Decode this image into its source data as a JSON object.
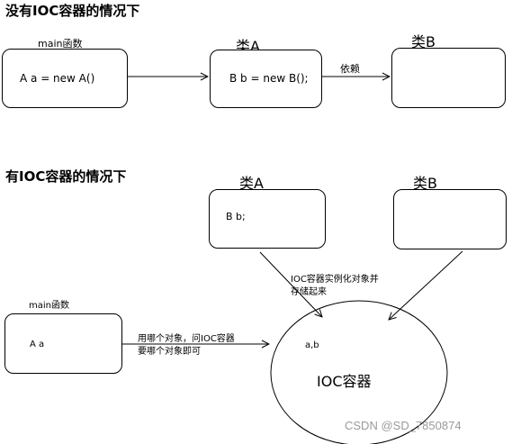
{
  "without_ioc": {
    "title": "没有IOC容器的情况下",
    "main_label": "main函数",
    "main_code": "A  a = new A()",
    "class_a_title": "类A",
    "class_a_code": "B b = new B();",
    "dependency_label": "依赖",
    "class_b_title": "类B"
  },
  "with_ioc": {
    "title": "有IOC容器的情况下",
    "class_a_title": "类A",
    "class_a_code": "B  b;",
    "class_b_title": "类B",
    "instantiate_label_line1": "IOC容器实例化对象并",
    "instantiate_label_line2": "存储起来",
    "main_label": "main函数",
    "main_code": "A a",
    "request_label_line1": "用哪个对象，问IOC容器",
    "request_label_line2": "要哪个对象即可",
    "container_contents": "a,b",
    "container_label": "IOC容器"
  },
  "watermark": "CSDN @SD_7850874",
  "colors": {
    "stroke": "#000000",
    "background": "#ffffff",
    "watermark": "#9a9a9a"
  }
}
